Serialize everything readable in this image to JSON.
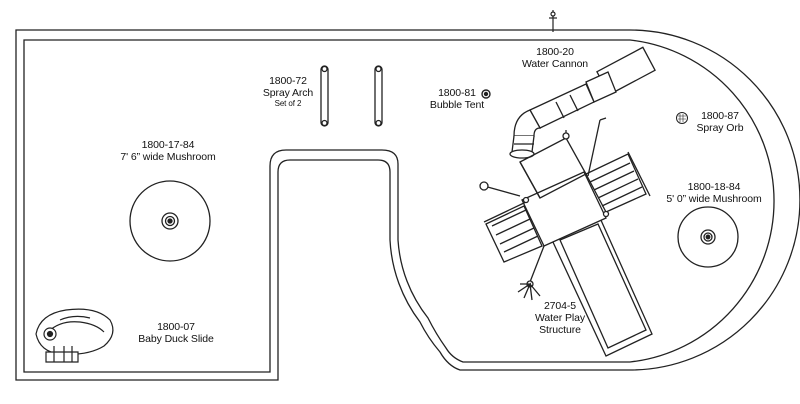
{
  "plan": {
    "equipment": [
      {
        "code": "1800-72",
        "name": "Spray Arch",
        "note": "Set of 2"
      },
      {
        "code": "1800-81",
        "name": "Bubble Tent"
      },
      {
        "code": "1800-20",
        "name": "Water Cannon"
      },
      {
        "code": "1800-87",
        "name": "Spray Orb"
      },
      {
        "code": "1800-17-84",
        "name": "7' 6” wide Mushroom"
      },
      {
        "code": "1800-18-84",
        "name": "5' 0” wide Mushroom"
      },
      {
        "code": "2704-5",
        "name": "Water Play",
        "name2": "Structure"
      },
      {
        "code": "1800-07",
        "name": "Baby Duck Slide"
      }
    ]
  },
  "colors": {
    "line": "#222222",
    "background": "#ffffff"
  }
}
